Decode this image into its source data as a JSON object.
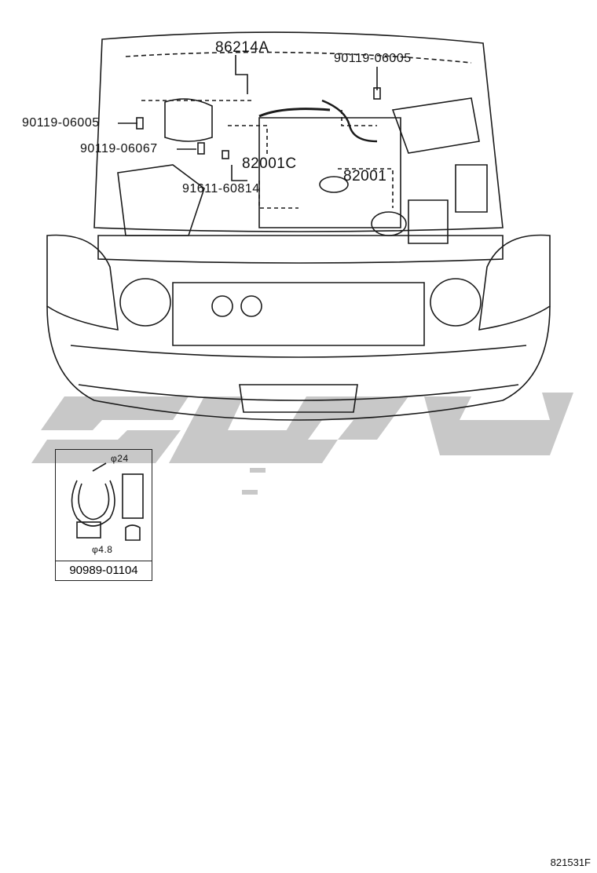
{
  "part_labels": {
    "bracket": "86214A",
    "bolt_right": "90119-06005",
    "bolt_left": "90119-06005",
    "bolt_lower": "90119-06067",
    "harness_c": "82001C",
    "harness": "82001",
    "clamp": "91611-60814"
  },
  "inset": {
    "part_number": "90989-01104",
    "dim_outer": "φ24",
    "dim_hole": "φ4.8"
  },
  "drawing_id": "821531F",
  "colors": {
    "line": "#1a1a1a",
    "watermark": "#c8c8c8"
  }
}
